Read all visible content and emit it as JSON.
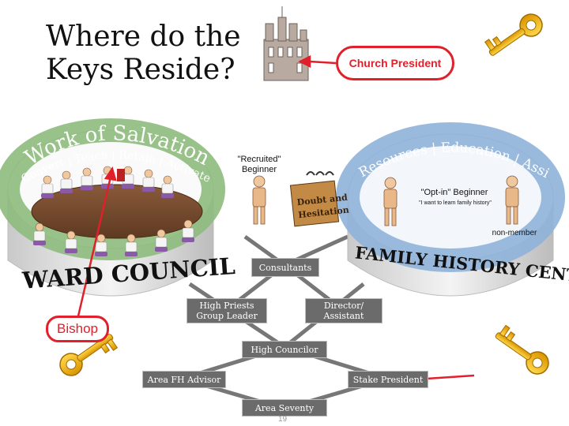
{
  "title": {
    "line1": "Where do the",
    "line2": "Keys Reside?"
  },
  "callouts": {
    "church_president": "Church President",
    "bishop": "Bishop"
  },
  "ward_council": {
    "ring_title": "Work of Salvation",
    "ring_subtitle": "Convert | Teach | Retain | Activate",
    "label": "WARD COUNCIL"
  },
  "family_history_center": {
    "ring_title": "Resources | Education | Assistance",
    "label": "FAMILY HISTORY CENTER"
  },
  "people": {
    "recruited": {
      "line1": "\"Recruited\"",
      "line2": "Beginner"
    },
    "opt_in": "\"Opt-in\" Beginner",
    "opt_in_quote": "\"I want to learn family history\"",
    "non_member": "non-member"
  },
  "doubt_sign": {
    "line1": "Doubt and",
    "line2": "Hesitation"
  },
  "org": {
    "consultants": "Consultants",
    "high_priests_line1": "High Priests",
    "high_priests_line2": "Group Leader",
    "director_line1": "Director/",
    "director_line2": "Assistant",
    "high_councilor": "High Councilor",
    "area_fh_advisor": "Area FH Advisor",
    "stake_president": "Stake President",
    "area_seventy": "Area Seventy"
  },
  "colors": {
    "key_gold": "#f2b705",
    "callout_red": "#e0202a",
    "ward_ring": "#8dbb7c",
    "fhc_ring": "#8fb3d9",
    "org_box": "#6b6b6b"
  },
  "icons": [
    "temple-icon",
    "key-icon",
    "person-icon"
  ],
  "page_number": "19"
}
